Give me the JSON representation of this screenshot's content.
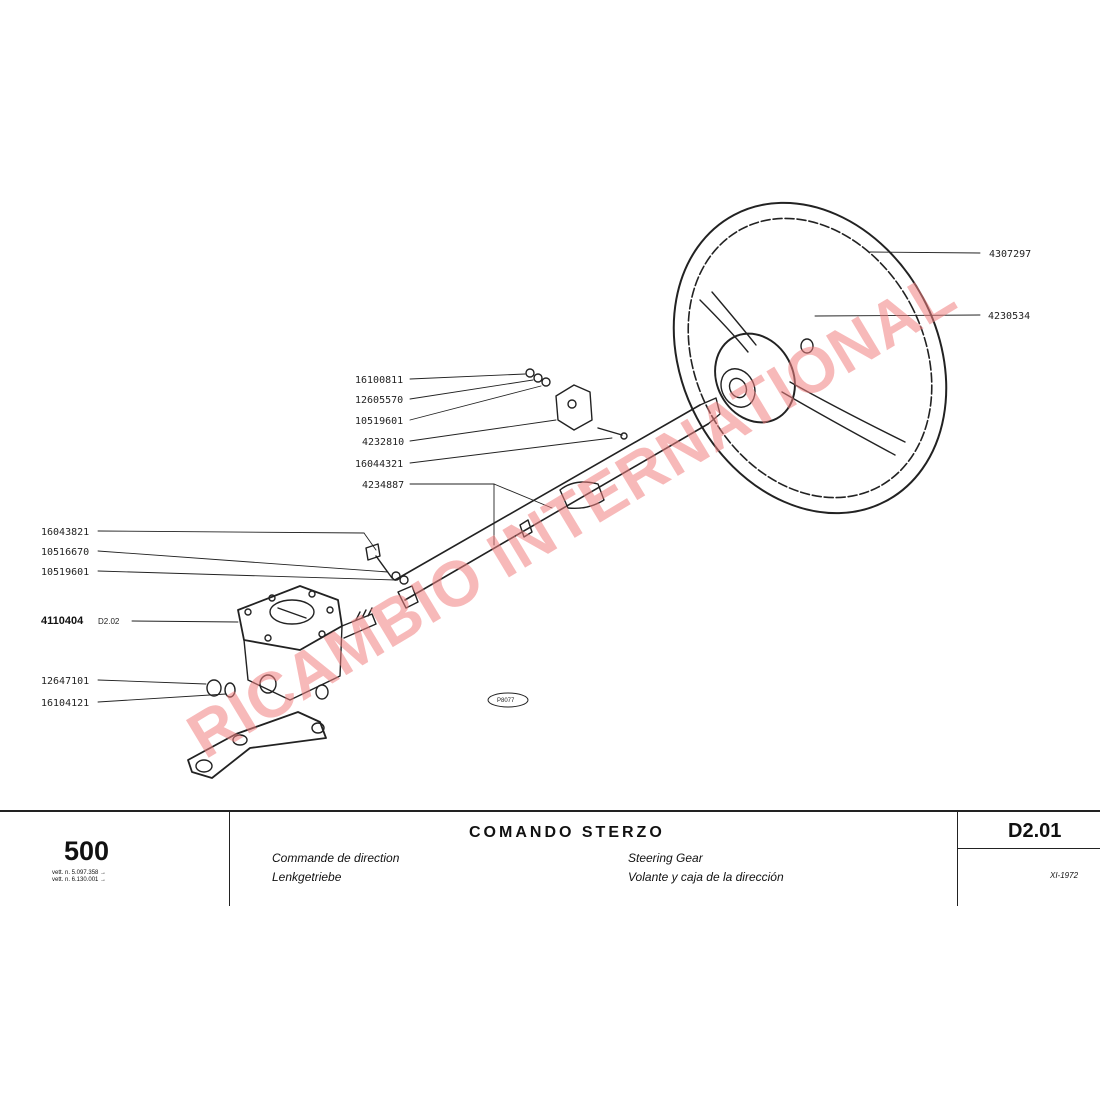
{
  "parts": {
    "p4307297": "4307297",
    "p4230534": "4230534",
    "p16100811": "16100811",
    "p12605570": "12605570",
    "p10519601a": "10519601",
    "p4232810": "4232810",
    "p16044321": "16044321",
    "p4234887": "4234887",
    "p16043821": "16043821",
    "p10516670": "10516670",
    "p10519601b": "10519601",
    "p4110404": "4110404",
    "p4110404_ref": "D2.02",
    "p12647101": "12647101",
    "p16104121": "16104121"
  },
  "figure_id": "P8077",
  "watermark": "RICAMBIO INTERNATIONAL",
  "title_block": {
    "model": "500",
    "vett_line_1": "vett. n. 5.097.358 →",
    "vett_line_2": "vett. n. 6.130.001 →",
    "title": "COMANDO STERZO",
    "fr": "Commande de direction",
    "de": "Lenkgetriebe",
    "en": "Steering Gear",
    "es": "Volante y caja de la dirección",
    "code": "D2.01",
    "date": "XI-1972"
  },
  "colors": {
    "line": "#222222",
    "watermark": "#f08080"
  }
}
